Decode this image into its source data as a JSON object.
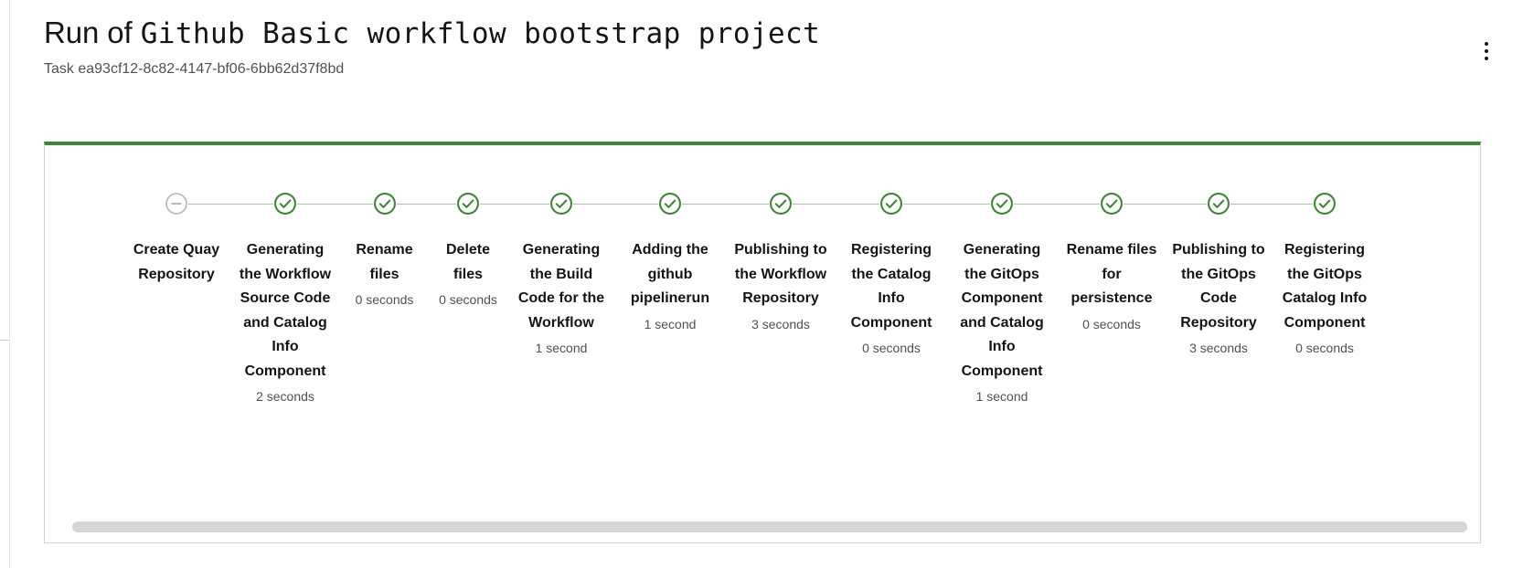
{
  "header": {
    "title_prefix": "Run of ",
    "title_main": "Github Basic workflow bootstrap project",
    "subtitle": "Task ea93cf12-8c82-4147-bf06-6bb62d37f8bd",
    "kebab_label": "Actions"
  },
  "colors": {
    "success": "#3e8635",
    "skipped": "#b8bbbe",
    "card_border": "#d2d2d2",
    "text": "#151515",
    "muted": "#4f5255",
    "scrollbar": "#d6d6d6"
  },
  "card": {
    "status_accent": "#3e8635"
  },
  "steps": [
    {
      "title": "Create Quay Repository",
      "duration": "",
      "status": "skipped",
      "icon": "minus-circle-icon",
      "width": 116
    },
    {
      "title": "Generating the Workflow Source Code and Catalog Info Component",
      "duration": "2 seconds",
      "status": "success",
      "icon": "check-circle-icon",
      "width": 122
    },
    {
      "title": "Rename files",
      "duration": "0 seconds",
      "status": "success",
      "icon": "check-circle-icon",
      "width": 95
    },
    {
      "title": "Delete files",
      "duration": "0 seconds",
      "status": "success",
      "icon": "check-circle-icon",
      "width": 88
    },
    {
      "title": "Generating the Build Code for the Workflow",
      "duration": "1 second",
      "status": "success",
      "icon": "check-circle-icon",
      "width": 116
    },
    {
      "title": "Adding the github pipelinerun",
      "duration": "1 second",
      "status": "success",
      "icon": "check-circle-icon",
      "width": 122
    },
    {
      "title": "Publishing to the Workflow Repository",
      "duration": "3 seconds",
      "status": "success",
      "icon": "check-circle-icon",
      "width": 120
    },
    {
      "title": "Registering the Catalog Info Component",
      "duration": "0 seconds",
      "status": "success",
      "icon": "check-circle-icon",
      "width": 122
    },
    {
      "title": "Generating the GitOps Component and Catalog Info Component",
      "duration": "1 second",
      "status": "success",
      "icon": "check-circle-icon",
      "width": 120
    },
    {
      "title": "Rename files for persistence",
      "duration": "0 seconds",
      "status": "success",
      "icon": "check-circle-icon",
      "width": 120
    },
    {
      "title": "Publishing to the GitOps Code Repository",
      "duration": "3 seconds",
      "status": "success",
      "icon": "check-circle-icon",
      "width": 114
    },
    {
      "title": "Registering the GitOps Catalog Info Component",
      "duration": "0 seconds",
      "status": "success",
      "icon": "check-circle-icon",
      "width": 118
    }
  ]
}
